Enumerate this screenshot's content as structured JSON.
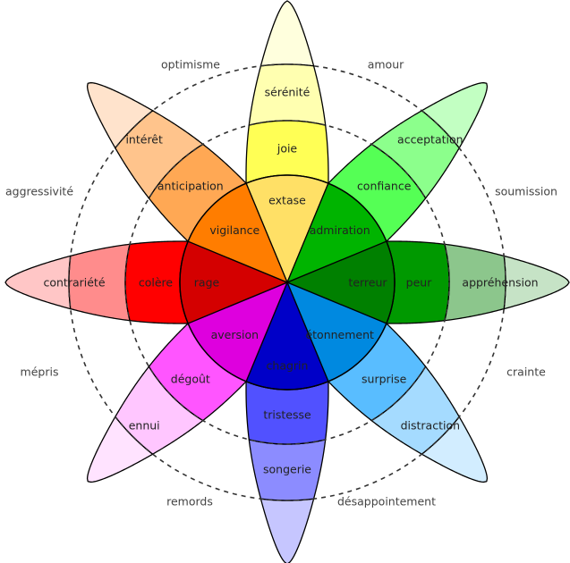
{
  "title": "Plutchik wheel of emotions",
  "emotions": [
    {
      "key": "joy",
      "angle": 0,
      "inner": {
        "label": "extase",
        "color": "#FFE066"
      },
      "middle": {
        "label": "joie",
        "color": "#FFFF55"
      },
      "outer": {
        "label": "sérénité",
        "color": "#FFFFB0"
      },
      "tip_color": "#FFFFDD"
    },
    {
      "key": "trust",
      "angle": 45,
      "inner": {
        "label": "admiration",
        "color": "#00B400"
      },
      "middle": {
        "label": "confiance",
        "color": "#55FF55"
      },
      "outer": {
        "label": "acceptation",
        "color": "#8CFF8C"
      },
      "tip_color": "#C2FFC2"
    },
    {
      "key": "fear",
      "angle": 90,
      "inner": {
        "label": "terreur",
        "color": "#008000"
      },
      "middle": {
        "label": "peur",
        "color": "#009900"
      },
      "outer": {
        "label": "appréhension",
        "color": "#8CC68C"
      },
      "tip_color": "#C6E3C6"
    },
    {
      "key": "surprise",
      "angle": 135,
      "inner": {
        "label": "étonnement",
        "color": "#0089E0"
      },
      "middle": {
        "label": "surprise",
        "color": "#59BDFF"
      },
      "outer": {
        "label": "distraction",
        "color": "#A5DBFF"
      },
      "tip_color": "#D2EDFF"
    },
    {
      "key": "sadness",
      "angle": 180,
      "inner": {
        "label": "chagrin",
        "color": "#0000C8"
      },
      "middle": {
        "label": "tristesse",
        "color": "#5151FF"
      },
      "outer": {
        "label": "songerie",
        "color": "#8C8CFF"
      },
      "tip_color": "#C6C6FF"
    },
    {
      "key": "disgust",
      "angle": 225,
      "inner": {
        "label": "aversion",
        "color": "#DE00DE"
      },
      "middle": {
        "label": "dégoût",
        "color": "#FF55FF"
      },
      "outer": {
        "label": "ennui",
        "color": "#FFC6FF"
      },
      "tip_color": "#FFE3FF"
    },
    {
      "key": "anger",
      "angle": 270,
      "inner": {
        "label": "rage",
        "color": "#D40000"
      },
      "middle": {
        "label": "colère",
        "color": "#FF0000"
      },
      "outer": {
        "label": "contrariété",
        "color": "#FF8C8C"
      },
      "tip_color": "#FFC6C6"
    },
    {
      "key": "anticipation",
      "angle": 315,
      "inner": {
        "label": "vigilance",
        "color": "#FF7D00"
      },
      "middle": {
        "label": "anticipation",
        "color": "#FFA854"
      },
      "outer": {
        "label": "intérêt",
        "color": "#FFC48C"
      },
      "tip_color": "#FFE3CC"
    }
  ],
  "dyads": [
    {
      "label": "amour",
      "angle": 22.5
    },
    {
      "label": "soumission",
      "angle": 67.5
    },
    {
      "label": "crainte",
      "angle": 112.5
    },
    {
      "label": "désappointement",
      "angle": 157.5
    },
    {
      "label": "remords",
      "angle": 202.5
    },
    {
      "label": "mépris",
      "angle": 247.5
    },
    {
      "label": "aggressivité",
      "angle": 292.5
    },
    {
      "label": "optimisme",
      "angle": 337.5
    }
  ]
}
